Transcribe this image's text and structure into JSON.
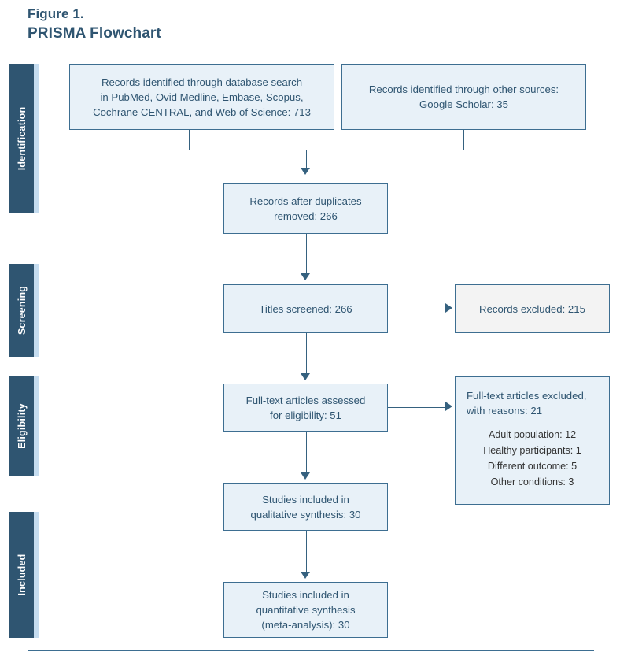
{
  "figure": {
    "label": "Figure 1.",
    "title": "PRISMA Flowchart"
  },
  "colors": {
    "stage_bar_fill": "#2f5571",
    "stage_bar_stripe": "#c5dcef",
    "box_fill": "#e8f1f8",
    "box_excluded_fill": "#f3f3f3",
    "box_border": "#3d6e91",
    "text_primary": "#2f5571",
    "connector": "#35617f",
    "reason_text": "#333333"
  },
  "stages": [
    {
      "name": "identification",
      "label": "Identification"
    },
    {
      "name": "screening",
      "label": "Screening"
    },
    {
      "name": "eligibility",
      "label": "Eligibility"
    },
    {
      "name": "included",
      "label": "Included"
    }
  ],
  "boxes": {
    "database_search": {
      "lines": [
        "Records identified through database search",
        "in PubMed, Ovid Medline, Embase, Scopus,",
        "Cochrane CENTRAL, and Web of Science: 713"
      ]
    },
    "other_sources": {
      "lines": [
        "Records identified through other sources:",
        "Google Scholar: 35"
      ]
    },
    "duplicates_removed": {
      "lines": [
        "Records after duplicates",
        "removed: 266"
      ]
    },
    "titles_screened": {
      "lines": [
        "Titles screened: 266"
      ]
    },
    "records_excluded": {
      "lines": [
        "Records excluded: 215"
      ]
    },
    "fulltext_assessed": {
      "lines": [
        "Full-text articles assessed",
        "for eligibility: 51"
      ]
    },
    "fulltext_excluded": {
      "heading_lines": [
        "Full-text articles excluded,",
        "with reasons: 21"
      ],
      "reasons": [
        "Adult population: 12",
        "Healthy participants: 1",
        "Different outcome: 5",
        "Other conditions: 3"
      ]
    },
    "qualitative_synthesis": {
      "lines": [
        "Studies included in",
        "qualitative synthesis: 30"
      ]
    },
    "quantitative_synthesis": {
      "lines": [
        "Studies included in",
        "quantitative synthesis",
        "(meta-analysis): 30"
      ]
    }
  },
  "chart_data": {
    "type": "diagram",
    "title": "PRISMA Flowchart",
    "nodes": [
      {
        "id": "database_search",
        "stage": "Identification",
        "label": "Records identified through database search in PubMed, Ovid Medline, Embase, Scopus, Cochrane CENTRAL, and Web of Science",
        "count": 713
      },
      {
        "id": "other_sources",
        "stage": "Identification",
        "label": "Records identified through other sources: Google Scholar",
        "count": 35
      },
      {
        "id": "duplicates_removed",
        "stage": "Identification",
        "label": "Records after duplicates removed",
        "count": 266
      },
      {
        "id": "titles_screened",
        "stage": "Screening",
        "label": "Titles screened",
        "count": 266
      },
      {
        "id": "records_excluded",
        "stage": "Screening",
        "label": "Records excluded",
        "count": 215
      },
      {
        "id": "fulltext_assessed",
        "stage": "Eligibility",
        "label": "Full-text articles assessed for eligibility",
        "count": 51
      },
      {
        "id": "fulltext_excluded",
        "stage": "Eligibility",
        "label": "Full-text articles excluded, with reasons",
        "count": 21,
        "breakdown": [
          {
            "reason": "Adult population",
            "count": 12
          },
          {
            "reason": "Healthy participants",
            "count": 1
          },
          {
            "reason": "Different outcome",
            "count": 5
          },
          {
            "reason": "Other conditions",
            "count": 3
          }
        ]
      },
      {
        "id": "qualitative_synthesis",
        "stage": "Included",
        "label": "Studies included in qualitative synthesis",
        "count": 30
      },
      {
        "id": "quantitative_synthesis",
        "stage": "Included",
        "label": "Studies included in quantitative synthesis (meta-analysis)",
        "count": 30
      }
    ],
    "edges": [
      {
        "from": "database_search",
        "to": "duplicates_removed"
      },
      {
        "from": "other_sources",
        "to": "duplicates_removed"
      },
      {
        "from": "duplicates_removed",
        "to": "titles_screened"
      },
      {
        "from": "titles_screened",
        "to": "records_excluded"
      },
      {
        "from": "titles_screened",
        "to": "fulltext_assessed"
      },
      {
        "from": "fulltext_assessed",
        "to": "fulltext_excluded"
      },
      {
        "from": "fulltext_assessed",
        "to": "qualitative_synthesis"
      },
      {
        "from": "qualitative_synthesis",
        "to": "quantitative_synthesis"
      }
    ]
  }
}
